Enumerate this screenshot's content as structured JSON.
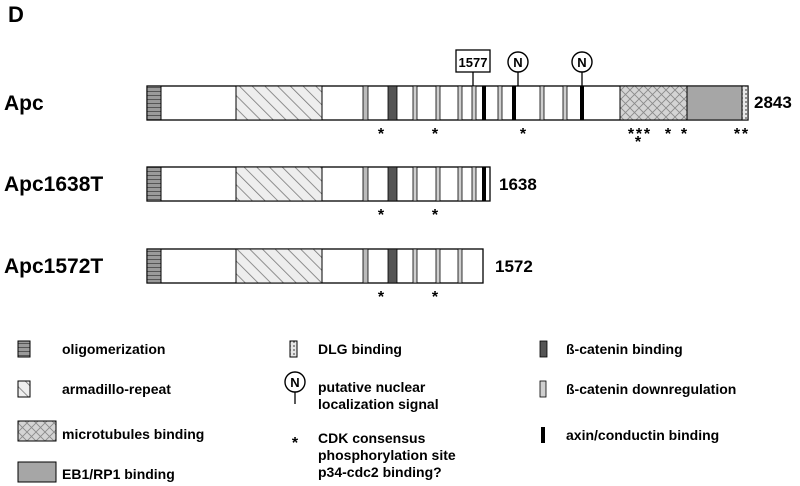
{
  "panel_label": "D",
  "constructs": [
    {
      "id": "apc",
      "name": "Apc",
      "length_label": "2843"
    },
    {
      "id": "apc1638t",
      "name": "Apc1638T",
      "length_label": "1638"
    },
    {
      "id": "apc1572t",
      "name": "Apc1572T",
      "length_label": "1572"
    }
  ],
  "annotations": {
    "boxed_position": "1577",
    "nls_symbol": "N",
    "cdk_symbol": "*"
  },
  "legend": {
    "oligomerization": "oligomerization",
    "armadillo": "armadillo-repeat",
    "microtubules": "microtubules binding",
    "eb1": "EB1/RP1 binding",
    "dlg": "DLG binding",
    "nls_line1": "putative nuclear",
    "nls_line2": "localization signal",
    "cdk_line1": "CDK consensus",
    "cdk_line2": "phosphorylation site",
    "cdk_line3": "p34-cdc2 binding?",
    "bcat_binding": "ß-catenin binding",
    "bcat_down": "ß-catenin downregulation",
    "axin": "axin/conductin binding"
  },
  "colors": {
    "oligomerization": "#8c8c8c",
    "hatch": "#888888",
    "microtubules": "#c8c8c8",
    "eb1": "#a6a6a6",
    "bcat_binding": "#555555",
    "bcat_down": "#cfcfcf",
    "axin": "#000000"
  }
}
